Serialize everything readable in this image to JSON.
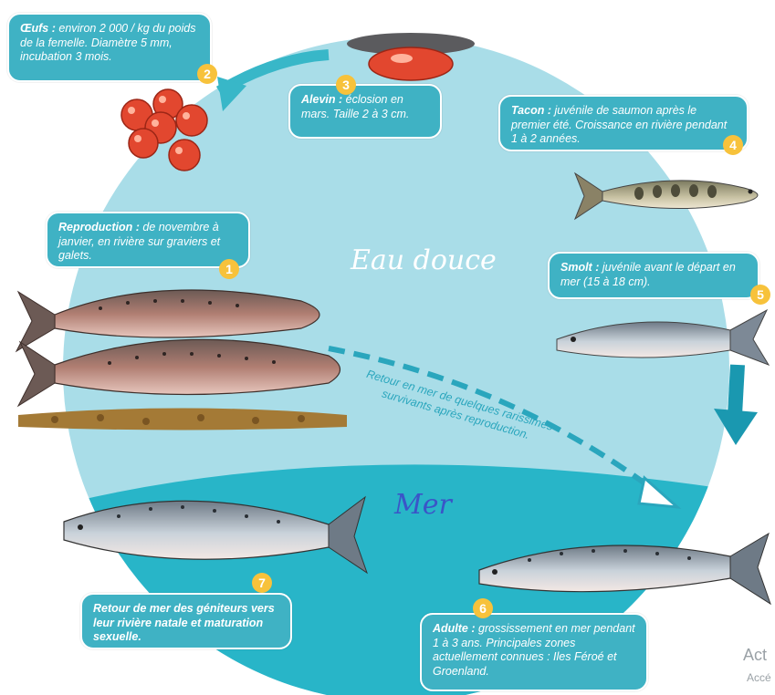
{
  "colors": {
    "fresh_water": "#a9dde8",
    "sea": "#28b5c8",
    "callout_bg": "#3fb2c4",
    "badge": "#f7c23b",
    "arrow": "#2aa6bd"
  },
  "zones": {
    "fresh_water": "Eau douce",
    "sea": "Mer"
  },
  "steps": [
    {
      "number": "1",
      "label": "Reproduction :",
      "text": " de novembre à janvier, en rivière sur graviers et galets."
    },
    {
      "number": "2",
      "label": "Œufs :",
      "text": " environ 2 000 / kg du poids de la femelle. Diamètre 5 mm, incubation 3 mois."
    },
    {
      "number": "3",
      "label": "Alevin :",
      "text": " éclosion en mars. Taille 2 à 3 cm."
    },
    {
      "number": "4",
      "label": "Tacon :",
      "text": " juvénile de saumon après le premier été. Croissance en rivière pendant 1 à 2 années."
    },
    {
      "number": "5",
      "label": "Smolt :",
      "text": " juvénile avant le départ en mer (15 à  18 cm)."
    },
    {
      "number": "6",
      "label": "Adulte :",
      "text": " grossissement en mer pendant 1 à 3 ans. Principales zones actuellement connues : Iles Féroé et  Groenland."
    },
    {
      "number": "7",
      "label": "",
      "text": "Retour de mer des géniteurs vers leur rivière natale et maturation sexuelle."
    }
  ],
  "return_note": {
    "line1": "Retour en mer de quelques rarissimes",
    "line2": "survivants après reproduction."
  },
  "watermark": {
    "line1": "Act",
    "line2": "Accé"
  }
}
